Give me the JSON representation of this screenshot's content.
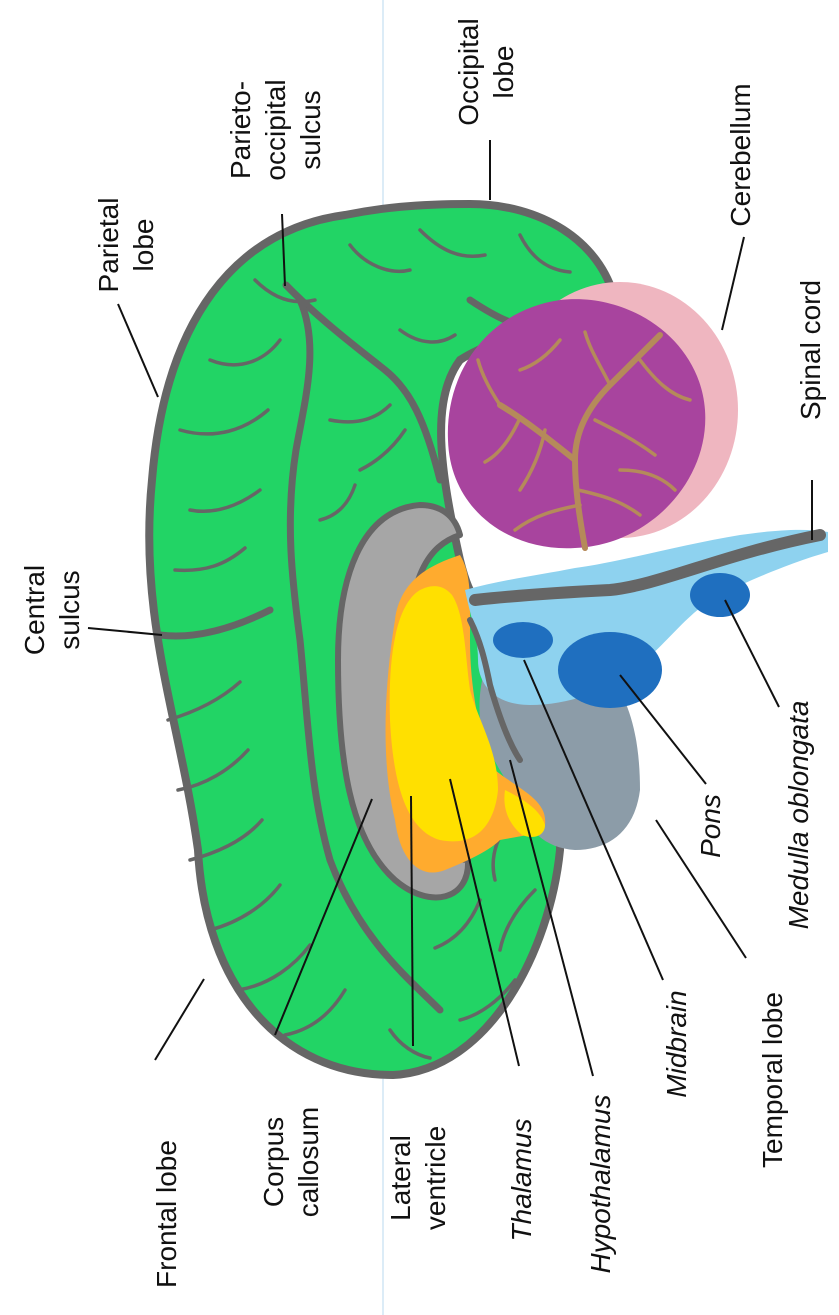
{
  "colors": {
    "cortex": "#22d465",
    "outline": "#666666",
    "corpus_callosum": "#a6a6a6",
    "lateral_ventricle": "#ffab2e",
    "thalamus": "#ffe000",
    "cerebellum_halo": "#efb6c0",
    "cerebellum": "#a8449e",
    "arbor_vitae": "#b58a5a",
    "brainstem": "#8ed2ef",
    "brainstem_nuclei": "#1f6fbf",
    "temporal_region": "#8c9ca8"
  },
  "labels": {
    "frontal_lobe": "Frontal lobe",
    "corpus_callosum_l1": "Corpus",
    "corpus_callosum_l2": "callosum",
    "lateral_ventricle_l1": "Lateral",
    "lateral_ventricle_l2": "ventricle",
    "thalamus": "Thalamus",
    "hypothalamus": "Hypothalamus",
    "midbrain": "Midbrain",
    "temporal_lobe": "Temporal lobe",
    "pons": "Pons",
    "medulla_oblongata": "Medulla oblongata",
    "spinal_cord": "Spinal cord",
    "cerebellum": "Cerebellum",
    "occipital_lobe_l1": "Occipital",
    "occipital_lobe_l2": "lobe",
    "parieto_occipital_l1": "Parieto-",
    "parieto_occipital_l2": "occipital",
    "parieto_occipital_l3": "sulcus",
    "parietal_lobe_l1": "Parietal",
    "parietal_lobe_l2": "lobe",
    "central_sulcus_l1": "Central",
    "central_sulcus_l2": "sulcus"
  }
}
